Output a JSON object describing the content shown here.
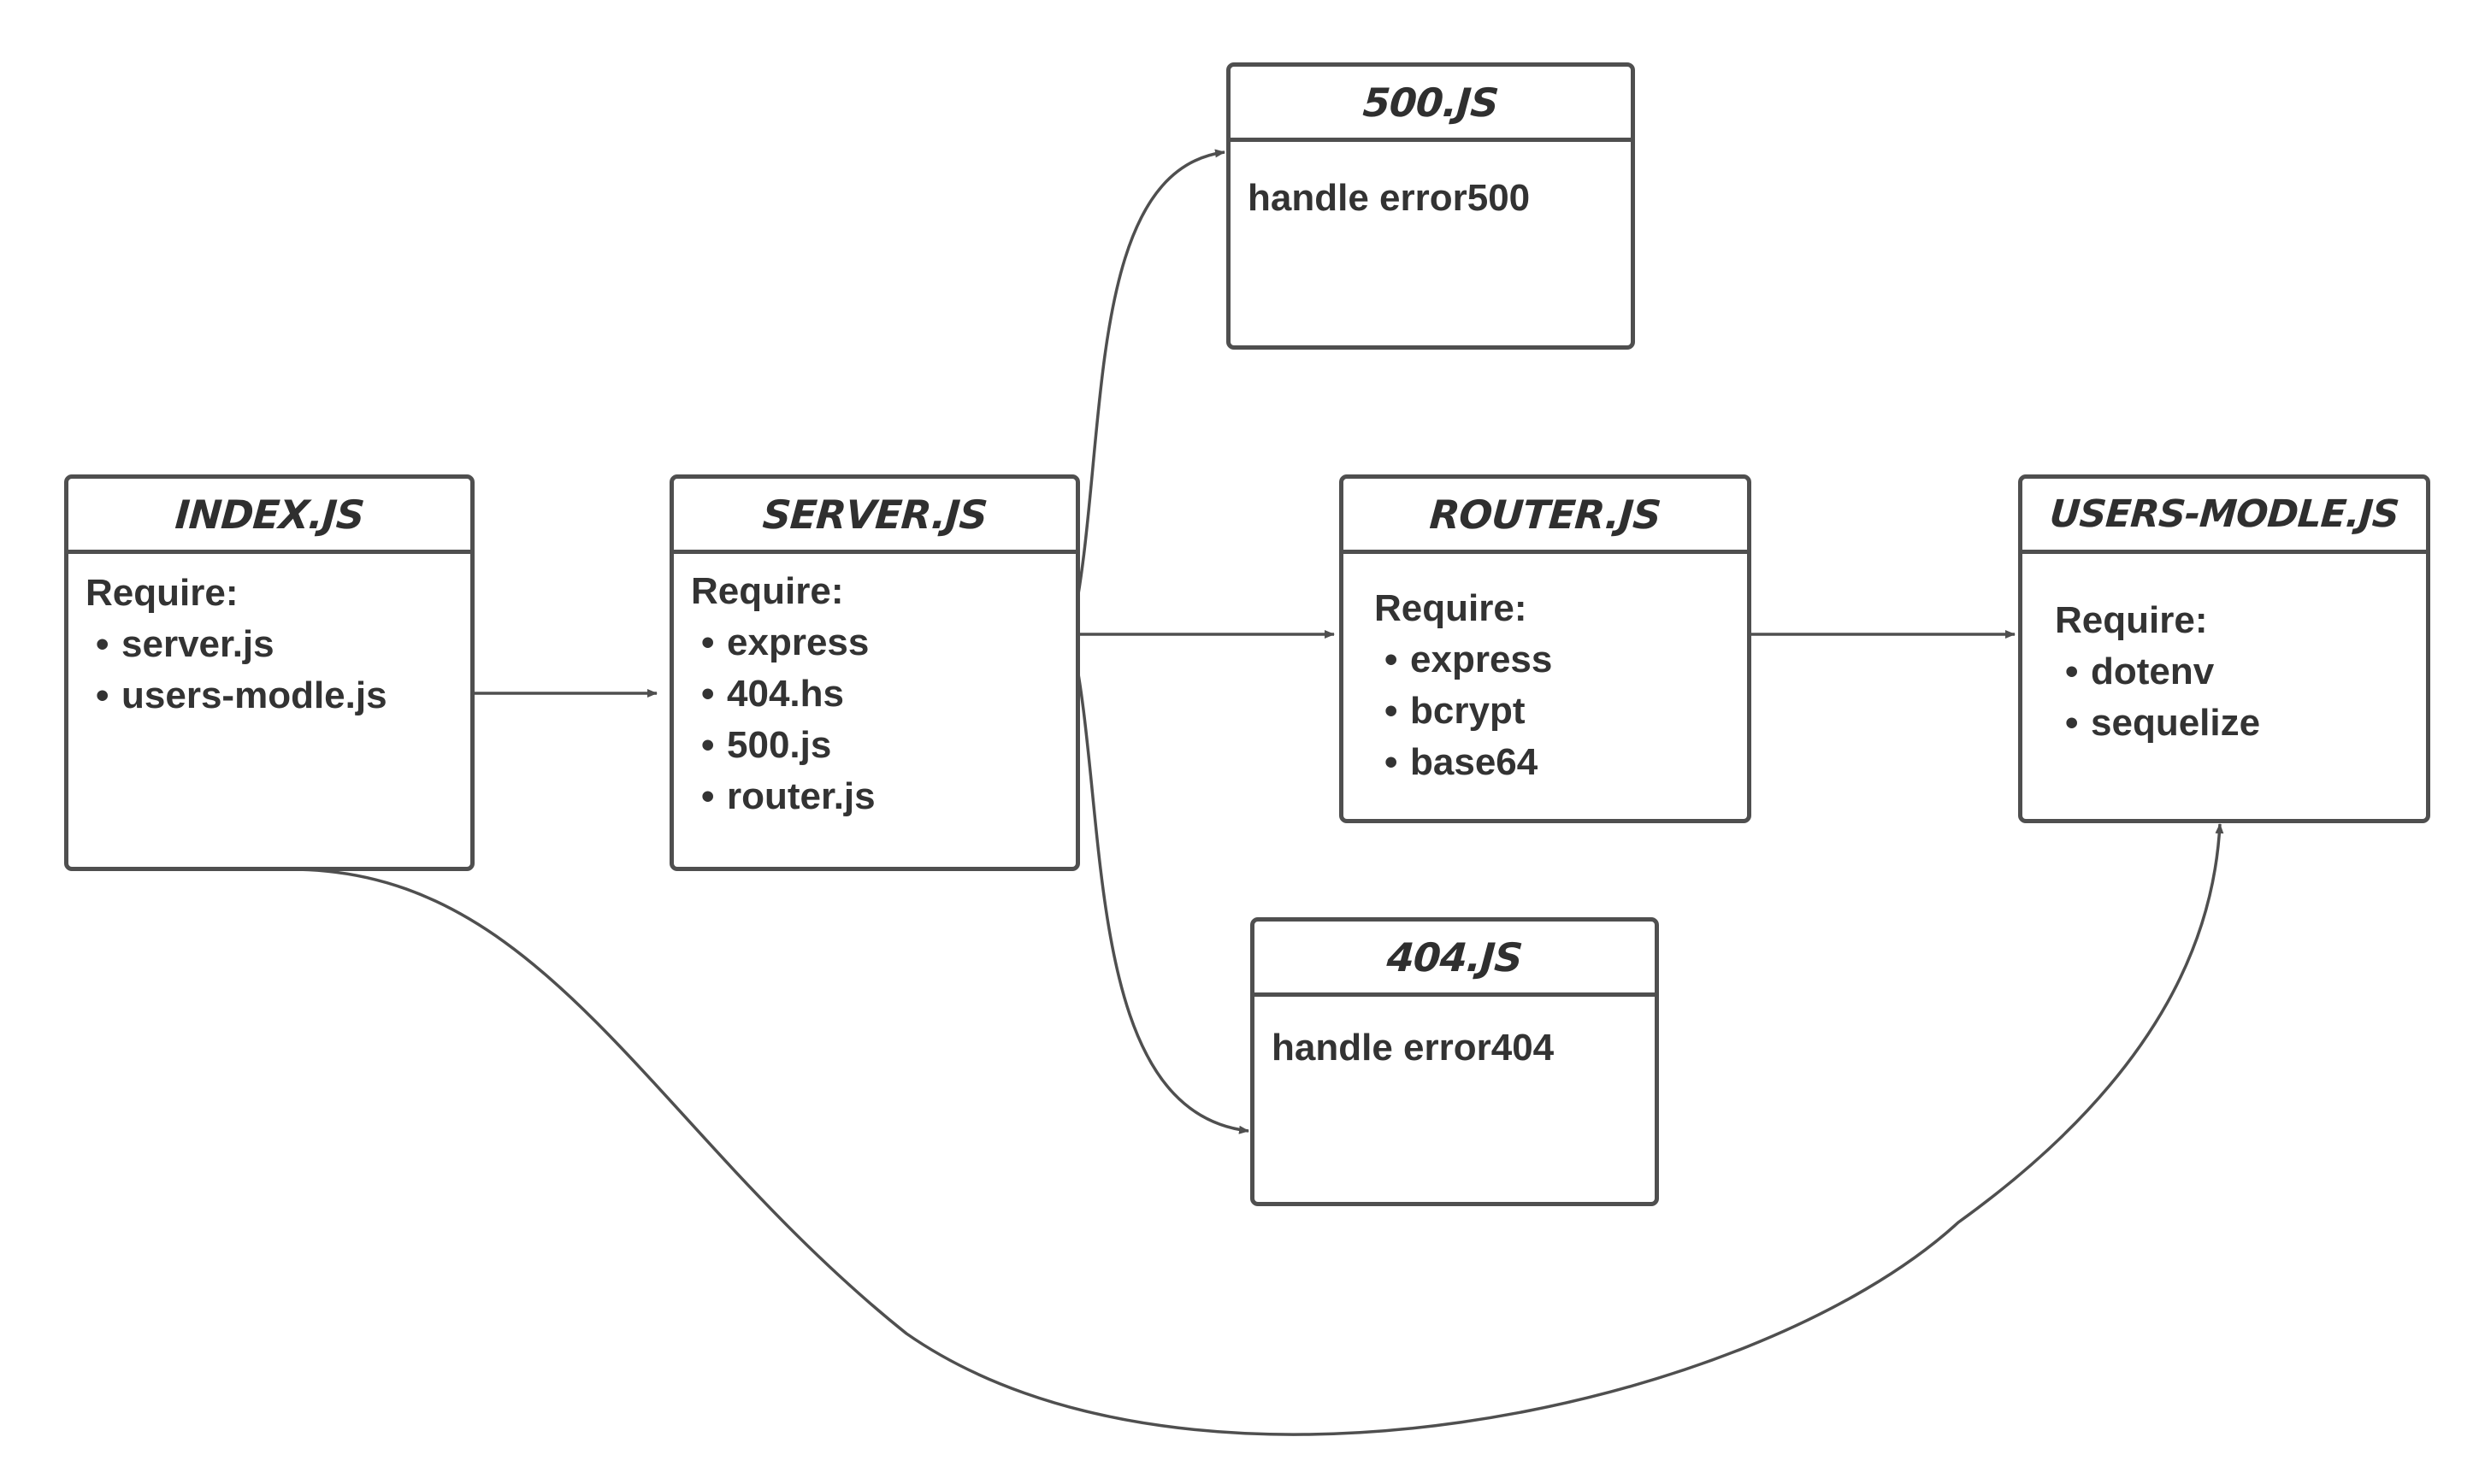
{
  "diagram": {
    "nodes": [
      {
        "id": "index",
        "title": "INDEX.JS",
        "label": "Require:",
        "items": [
          "server.js",
          "users-modle.js"
        ]
      },
      {
        "id": "server",
        "title": "SERVER.JS",
        "label": "Require:",
        "items": [
          "express",
          "404.hs",
          "500.js",
          "router.js"
        ]
      },
      {
        "id": "e500",
        "title": "500.JS",
        "text": "handle error500"
      },
      {
        "id": "router",
        "title": "ROUTER.JS",
        "label": "Require:",
        "items": [
          "express",
          "bcrypt",
          "base64"
        ]
      },
      {
        "id": "e404",
        "title": "404.JS",
        "text": "handle error404"
      },
      {
        "id": "users",
        "title": "USERS-MODLE.JS",
        "label": "Require:",
        "items": [
          "dotenv",
          "sequelize"
        ]
      }
    ],
    "edges": [
      {
        "from": "index",
        "to": "server"
      },
      {
        "from": "server",
        "to": "e500"
      },
      {
        "from": "server",
        "to": "router"
      },
      {
        "from": "server",
        "to": "e404"
      },
      {
        "from": "router",
        "to": "users"
      },
      {
        "from": "index",
        "to": "users"
      }
    ],
    "colors": {
      "stroke": "#4f4f4f",
      "text": "#333333",
      "background": "#ffffff"
    }
  }
}
